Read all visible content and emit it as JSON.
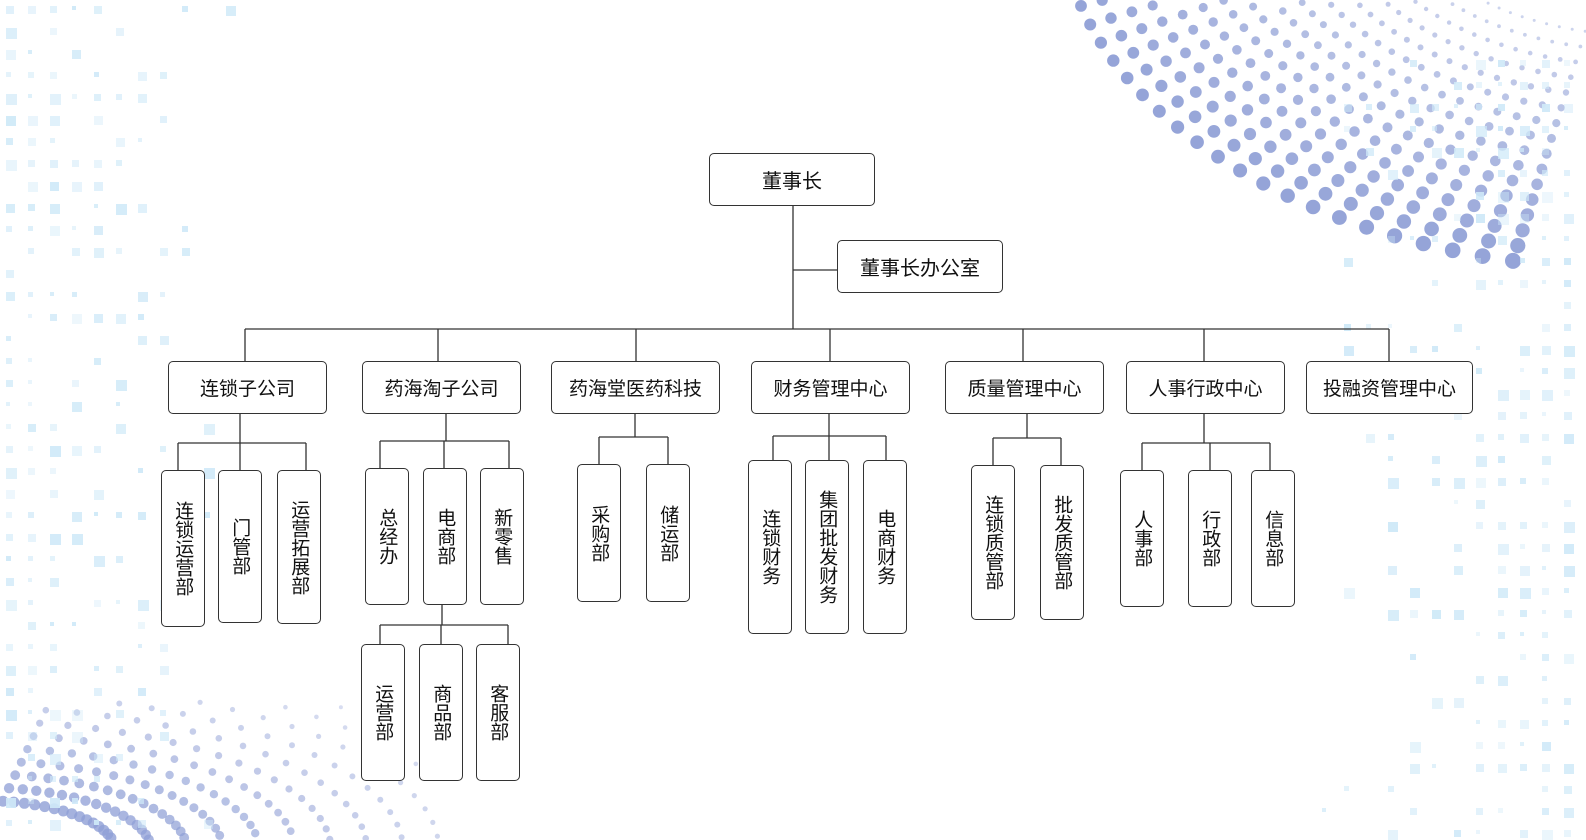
{
  "org": {
    "chairman": "董事长",
    "chairman_office": "董事长办公室",
    "depts": [
      {
        "name": "连锁子公司",
        "subs": [
          "连锁运营部",
          "门管部",
          "运营拓展部"
        ]
      },
      {
        "name": "药海淘子公司",
        "subs": [
          "总经办",
          "电商部",
          "新零售"
        ],
        "sub2": [
          "运营部",
          "商品部",
          "客服部"
        ]
      },
      {
        "name": "药海堂医药科技",
        "subs": [
          "采购部",
          "储运部"
        ]
      },
      {
        "name": "财务管理中心",
        "subs": [
          "连锁财务",
          "集团批发财务",
          "电商财务"
        ]
      },
      {
        "name": "质量管理中心",
        "subs": [
          "连锁质管部",
          "批发质管部"
        ]
      },
      {
        "name": "人事行政中心",
        "subs": [
          "人事部",
          "行政部",
          "信息部"
        ]
      },
      {
        "name": "投融资管理中心",
        "subs": []
      }
    ]
  },
  "colors": {
    "dot": "#8f9fd6",
    "square": "#cfe9f8",
    "line": "#333333"
  }
}
